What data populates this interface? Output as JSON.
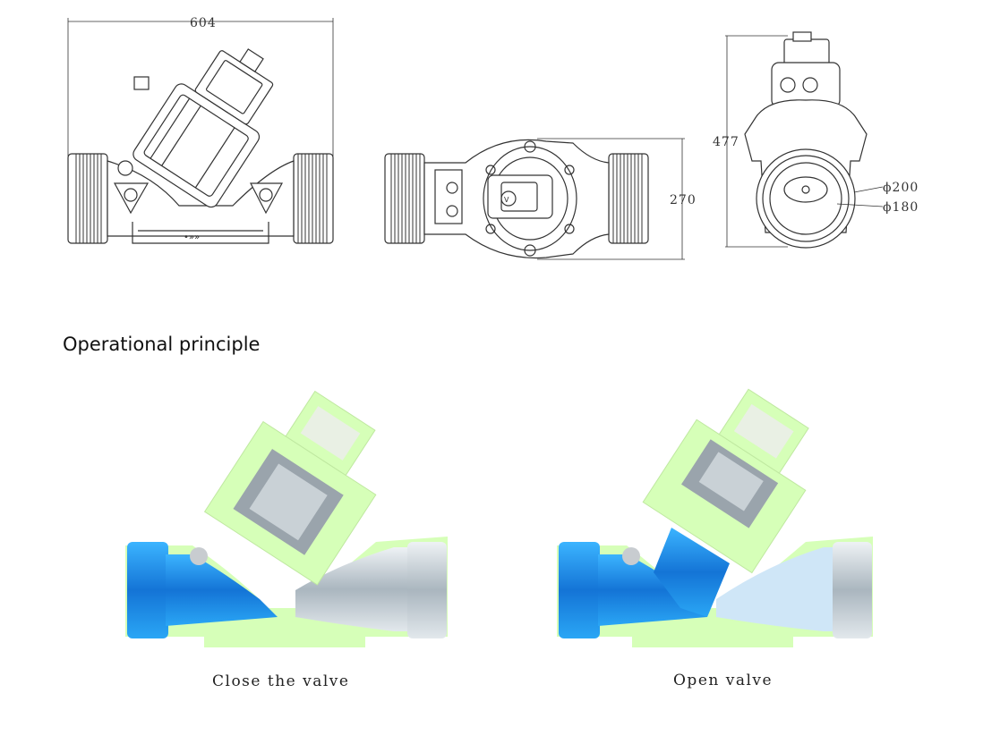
{
  "dimensions": {
    "width_label": "604",
    "height_label": "477",
    "depth_label": "270",
    "outer_dia_label": "ϕ200",
    "inner_dia_label": "ϕ180"
  },
  "section": {
    "title": "Operational principle"
  },
  "captions": {
    "closed": "Close the valve",
    "open": "Open valve"
  },
  "colors": {
    "housing": "#d6ffb8",
    "water": "#1e8ee6",
    "pipe_metal": "#b8c6d0",
    "line": "#333333"
  }
}
